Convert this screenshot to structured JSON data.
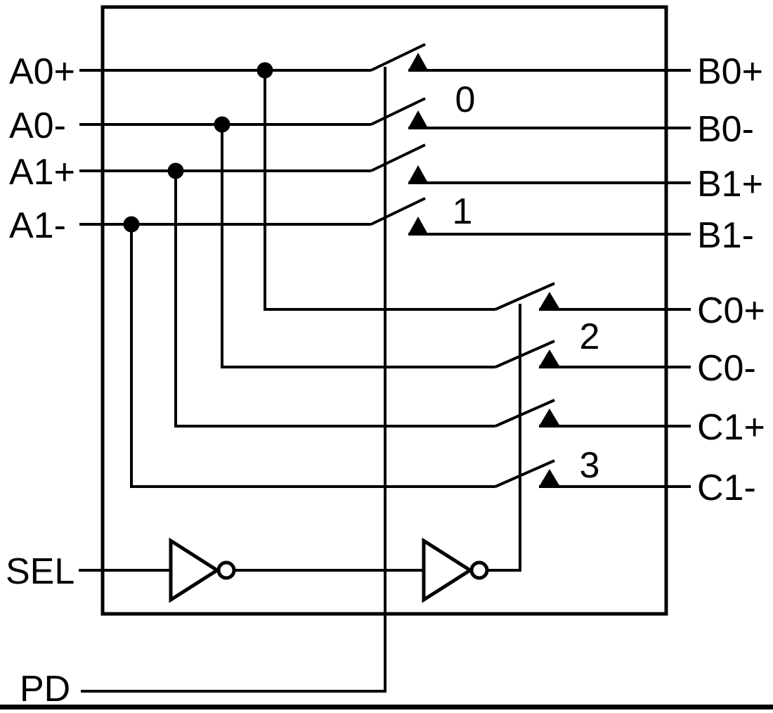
{
  "figure": {
    "description": "2:1 differential mux/demux switch block diagram",
    "colors": {
      "line": "#000000",
      "background": "#ffffff"
    },
    "pins": {
      "a": [
        {
          "label": "A0+"
        },
        {
          "label": "A0-"
        },
        {
          "label": "A1+"
        },
        {
          "label": "A1-"
        }
      ],
      "b": [
        {
          "label": "B0+"
        },
        {
          "label": "B0-"
        },
        {
          "label": "B1+"
        },
        {
          "label": "B1-"
        }
      ],
      "c": [
        {
          "label": "C0+"
        },
        {
          "label": "C0-"
        },
        {
          "label": "C1+"
        },
        {
          "label": "C1-"
        }
      ],
      "sel": "SEL",
      "pd": "PD"
    },
    "switch_labels": [
      "0",
      "1",
      "2",
      "3"
    ]
  }
}
